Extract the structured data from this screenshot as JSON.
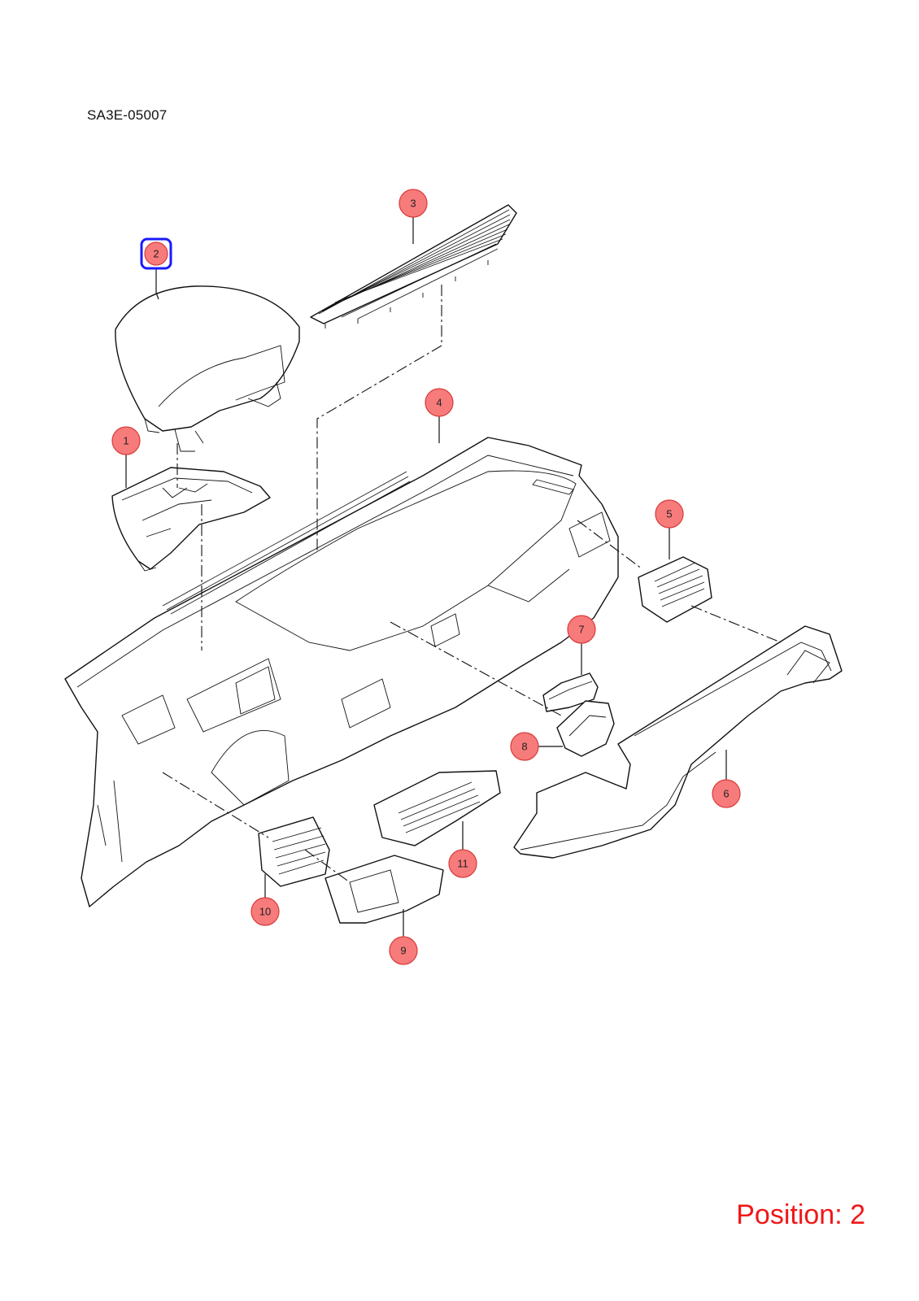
{
  "diagram": {
    "code": "SA3E-05007",
    "position_label": "Position: 2",
    "selected_part": "2",
    "colors": {
      "callout_fill": "#f77b7b",
      "callout_stroke": "#d93a3a",
      "selection": "#1a1aff",
      "position_text": "#f01818"
    }
  },
  "callouts": [
    {
      "id": "1",
      "label": "1"
    },
    {
      "id": "2",
      "label": "2"
    },
    {
      "id": "3",
      "label": "3"
    },
    {
      "id": "4",
      "label": "4"
    },
    {
      "id": "5",
      "label": "5"
    },
    {
      "id": "6",
      "label": "6"
    },
    {
      "id": "7",
      "label": "7"
    },
    {
      "id": "8",
      "label": "8"
    },
    {
      "id": "9",
      "label": "9"
    },
    {
      "id": "10",
      "label": "10"
    },
    {
      "id": "11",
      "label": "11"
    }
  ]
}
